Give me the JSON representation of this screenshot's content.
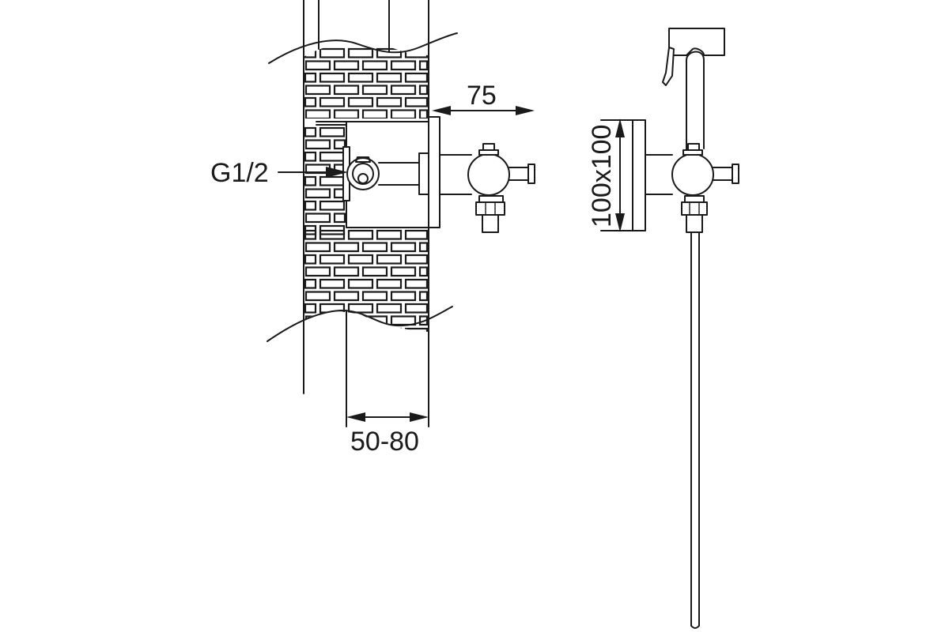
{
  "dimensions": {
    "projection": "75",
    "wall_depth": "50-80",
    "thread": "G1/2",
    "plate_size": "100x100"
  },
  "colors": {
    "line": "#1a1a1a",
    "background": "#ffffff"
  }
}
